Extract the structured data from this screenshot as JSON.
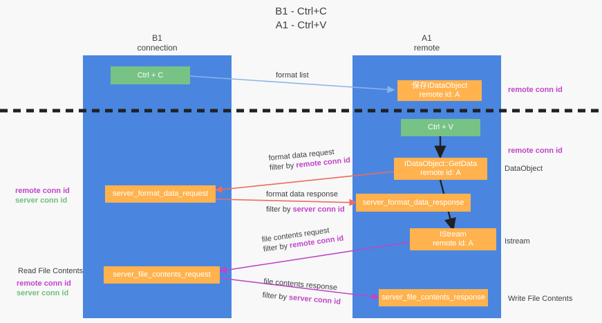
{
  "title": "B1 - Ctrl+C\nA1 - Ctrl+V",
  "columns": [
    {
      "name": "left-lane",
      "header": "B1\nconnection"
    },
    {
      "name": "right-lane",
      "header": "A1\nremote"
    }
  ],
  "colors": {
    "lane": "#4a86e0",
    "box_orange": "#ffb24d",
    "box_green": "#77c285",
    "remote_conn_id": "#c044c8",
    "server_conn_id": "#6fbf7f",
    "arrow_blue": "#8ab4e8",
    "arrow_red": "#ee6a5f",
    "arrow_purple": "#c044c8",
    "arrow_black": "#202124",
    "divider": "#202124"
  },
  "nodes": {
    "ctrl_c": "Ctrl + C",
    "ctrl_v": "Ctrl + V",
    "save_dataobject": "保存IDataObject\nremote id: A",
    "getdata": "IDataObject::GetData\nremote id: A",
    "istream": "IStream\nremote id: A",
    "server_format_data_request": "server_format_data_request",
    "server_format_data_response": "server_format_data_response",
    "server_file_contents_request": "server_file_contents_request",
    "server_file_contents_response": "server_file_contents_response"
  },
  "edges": {
    "format_list": "format list",
    "format_data_request": "format data request",
    "format_data_request_filter_prefix": "filter by ",
    "format_data_request_filter_value": "remote conn id",
    "format_data_response": "format data response",
    "format_data_response_filter_prefix": "filter by ",
    "format_data_response_filter_value": "server conn id",
    "file_contents_request": "file contents request",
    "file_contents_request_filter_prefix": "filter by ",
    "file_contents_request_filter_value": "remote conn id",
    "file_contents_response": "file contents response",
    "file_contents_response_filter_prefix": "filter by ",
    "file_contents_response_filter_value": "server conn id"
  },
  "annotations": {
    "right_remote_conn_id_top": "remote conn id",
    "right_remote_conn_id_mid": "remote conn id",
    "right_dataobject": "DataObject",
    "right_istream": "Istream",
    "right_write_file_contents": "Write File Contents",
    "left_remote_conn_id_mid": "remote conn id",
    "left_server_conn_id_mid": "server conn id",
    "left_read_file_contents": "Read File Contents",
    "left_remote_conn_id_bottom": "remote conn id",
    "left_server_conn_id_bottom": "server conn id"
  }
}
